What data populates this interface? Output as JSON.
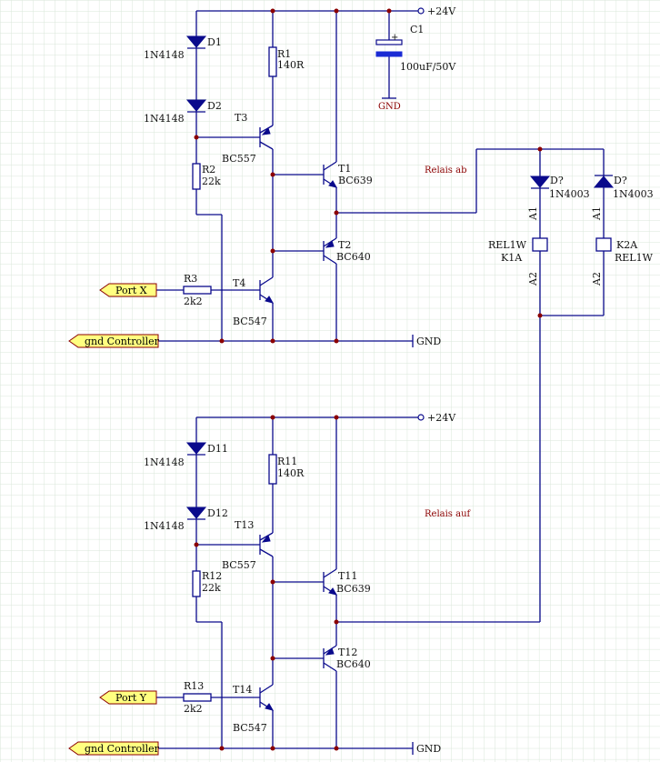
{
  "colors": {
    "wire": "#0a0a8c",
    "junction": "#8b0000",
    "port_fill": "#ffff80",
    "grid": "#d9e6d9",
    "capacitor_plate": "#1a2bd4"
  },
  "icons": {
    "diode": "diode-icon",
    "resistor": "resistor-icon",
    "transistor": "transistor-icon",
    "capacitor": "capacitor-icon",
    "relay": "relay-coil-icon",
    "power": "power-pin-icon",
    "ground": "ground-pin-icon",
    "port": "port-tag-icon"
  },
  "top": {
    "power_label": "+24V",
    "gnd_label": "GND",
    "relay_label": "Relais ab",
    "port_label": "Port X",
    "gnd_port_label": "gnd Controller",
    "d1": {
      "ref": "D1",
      "value": "1N4148"
    },
    "d2": {
      "ref": "D2",
      "value": "1N4148"
    },
    "r1": {
      "ref": "R1",
      "value": "140R"
    },
    "r2": {
      "ref": "R2",
      "value": "22k"
    },
    "r3": {
      "ref": "R3",
      "value": "2k2"
    },
    "t1": {
      "ref": "T1",
      "value": "BC639"
    },
    "t2": {
      "ref": "T2",
      "value": "BC640"
    },
    "t3": {
      "ref": "T3",
      "value": "BC557"
    },
    "t4": {
      "ref": "T4",
      "value": "BC547"
    },
    "c1": {
      "ref": "C1",
      "value": "100uF/50V",
      "gnd": "GND"
    }
  },
  "bottom": {
    "power_label": "+24V",
    "gnd_label": "GND",
    "relay_label": "Relais auf",
    "port_label": "Port Y",
    "gnd_port_label": "gnd Controller",
    "d11": {
      "ref": "D11",
      "value": "1N4148"
    },
    "d12": {
      "ref": "D12",
      "value": "1N4148"
    },
    "r11": {
      "ref": "R11",
      "value": "140R"
    },
    "r12": {
      "ref": "R12",
      "value": "22k"
    },
    "r13": {
      "ref": "R13",
      "value": "2k2"
    },
    "t11": {
      "ref": "T11",
      "value": "BC639"
    },
    "t12": {
      "ref": "T12",
      "value": "BC640"
    },
    "t13": {
      "ref": "T13",
      "value": "BC557"
    },
    "t14": {
      "ref": "T14",
      "value": "BC547"
    }
  },
  "relays": {
    "k1": {
      "ref": "K1A",
      "value": "REL1W",
      "pin1": "A1",
      "pin2": "A2"
    },
    "k2": {
      "ref": "K2A",
      "value": "REL1W",
      "pin1": "A1",
      "pin2": "A2"
    },
    "dk1": {
      "ref": "D?",
      "value": "1N4003"
    },
    "dk2": {
      "ref": "D?",
      "value": "1N4003"
    }
  }
}
